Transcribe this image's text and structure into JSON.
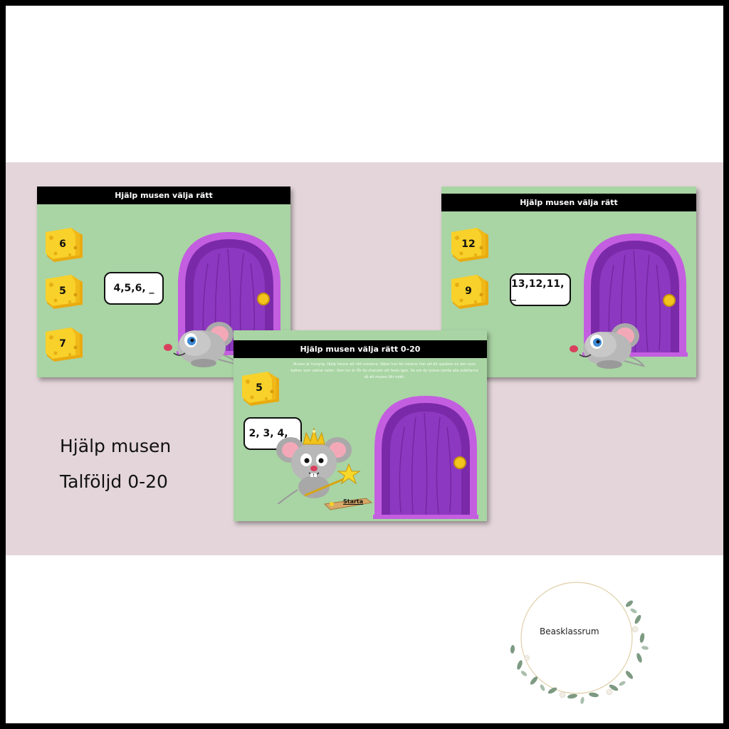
{
  "slide_left": {
    "title": "Hjälp musen välja rätt",
    "cheese": [
      "6",
      "5",
      "7"
    ],
    "sequence": "4,5,6, _"
  },
  "slide_right": {
    "title": "Hjälp musen välja rätt",
    "cheese": [
      "12",
      "9"
    ],
    "sequence": "13,12,11, _"
  },
  "slide_center": {
    "title": "Hjälp musen välja rätt 0-20",
    "description": "Musen är hungrig. Hjälp henne att rätt ostskiva. Väljer hon fel riskerar hon att bli uppäten av den sura katten som vaktar osten. Som tur är får du chansen att testa igen. Se om du lyckas samla alla ostbitarna så att musen blir mätt.",
    "cheese": "5",
    "sequence": "2, 3, 4, _",
    "start_label": "Starta"
  },
  "caption": {
    "line1": "Hjälp musen",
    "line2": "Talföljd 0-20"
  },
  "brand": "Beasklassrum",
  "colors": {
    "slide_bg": "#a9d4a4",
    "band_bg": "#e3d5d9",
    "door": "#8a32b8",
    "door_frame": "#c45ee0",
    "cheese": "#f7c81c"
  },
  "icons": [
    "cheese-icon",
    "door-icon",
    "mouse-icon",
    "crown-icon",
    "star-wand-icon",
    "mousetrap-icon",
    "wreath-icon"
  ]
}
